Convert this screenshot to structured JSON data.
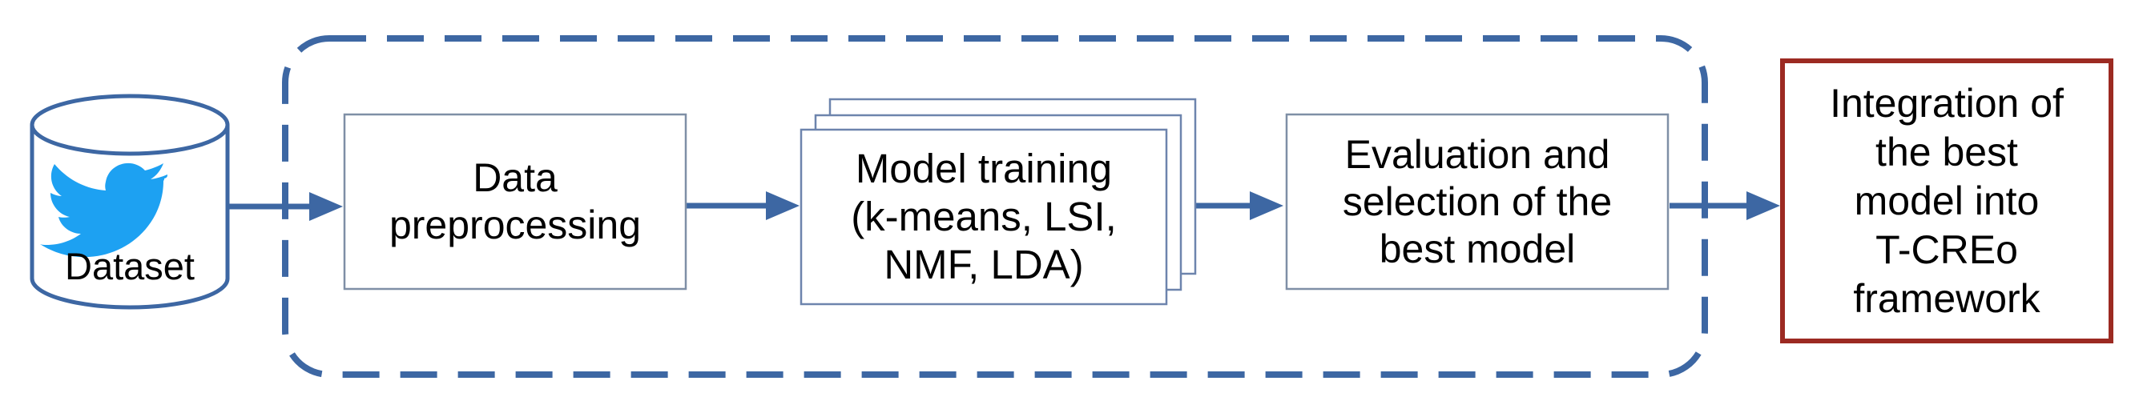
{
  "colors": {
    "flow_blue": "#3d67a3",
    "box_border": "#7f8fa6",
    "output_border": "#9c2a22",
    "twitter_blue": "#1da1f2"
  },
  "dataset": {
    "label": "Dataset",
    "icon": "twitter-bird-icon"
  },
  "steps": {
    "preprocessing": {
      "lines": [
        "Data",
        "preprocessing"
      ]
    },
    "training": {
      "lines": [
        "Model training",
        "(k-means, LSI,",
        "NMF, LDA)"
      ]
    },
    "evaluation": {
      "lines": [
        "Evaluation and",
        "selection of the",
        "best model"
      ]
    }
  },
  "output": {
    "lines": [
      "Integration of",
      "the best",
      "model into",
      "T-CREo",
      "framework"
    ]
  }
}
